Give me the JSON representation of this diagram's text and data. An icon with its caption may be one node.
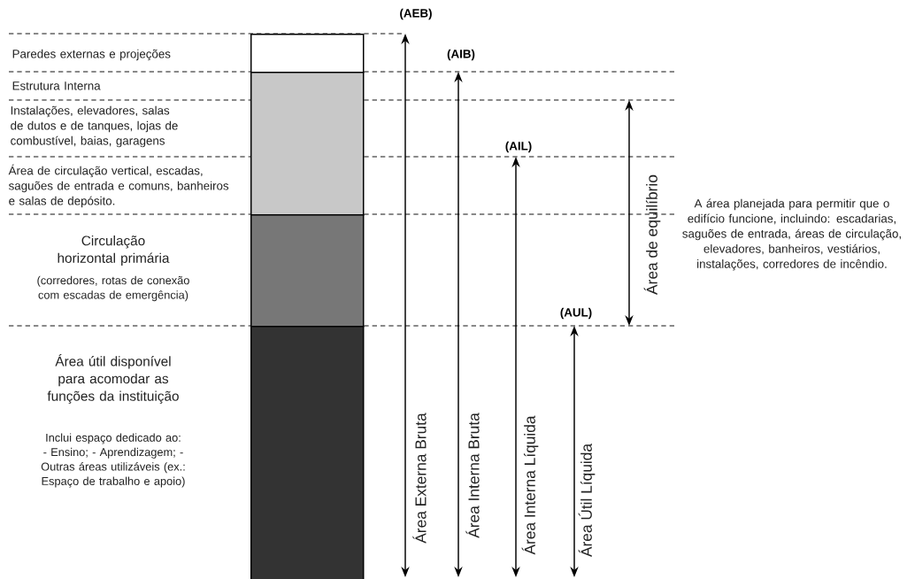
{
  "diagram": {
    "nodes": [
      {
        "text": [],
        "shape": "box"
      },
      {
        "text": [],
        "shape": "box"
      },
      {
        "text": [],
        "shape": "box"
      },
      {
        "text": [],
        "shape": "box"
      }
    ],
    "labels": [
      "(AEB)",
      "Paredes externas e projeções",
      "(AIB)",
      "Estrutura Interna",
      "Instalações, elevadores, salas de dutos e de tanques, lojas de combustível, baias, garagens",
      "(AIL)",
      "Área de circulação vertical, escadas, saguões de entrada e comuns, banheiros e salas de depósito.",
      "Área de equilíbrio",
      "A área planejada para permitir que o edifício funcione, incluindo: escadarias, saguões de entrada, áreas de circulação, elevadores, banheiros, vestiários, instalações, corredores de incêndio.",
      "Circulação horizontal primária",
      "(corredores, rotas de conexão com escadas de emergência)",
      "(AUL)",
      "Área útil disponível para acomodar as funções da instituição",
      "Inclui espaço dedicado ao: - Ensino; - Aprendizagem; - Outras áreas utilizáveis (ex.: Espaço de trabalho e apoio)",
      "Área Externa Bruta",
      "Área Interna Bruta",
      "Área Interna Líquida",
      "Área Útil Líquida"
    ]
  }
}
